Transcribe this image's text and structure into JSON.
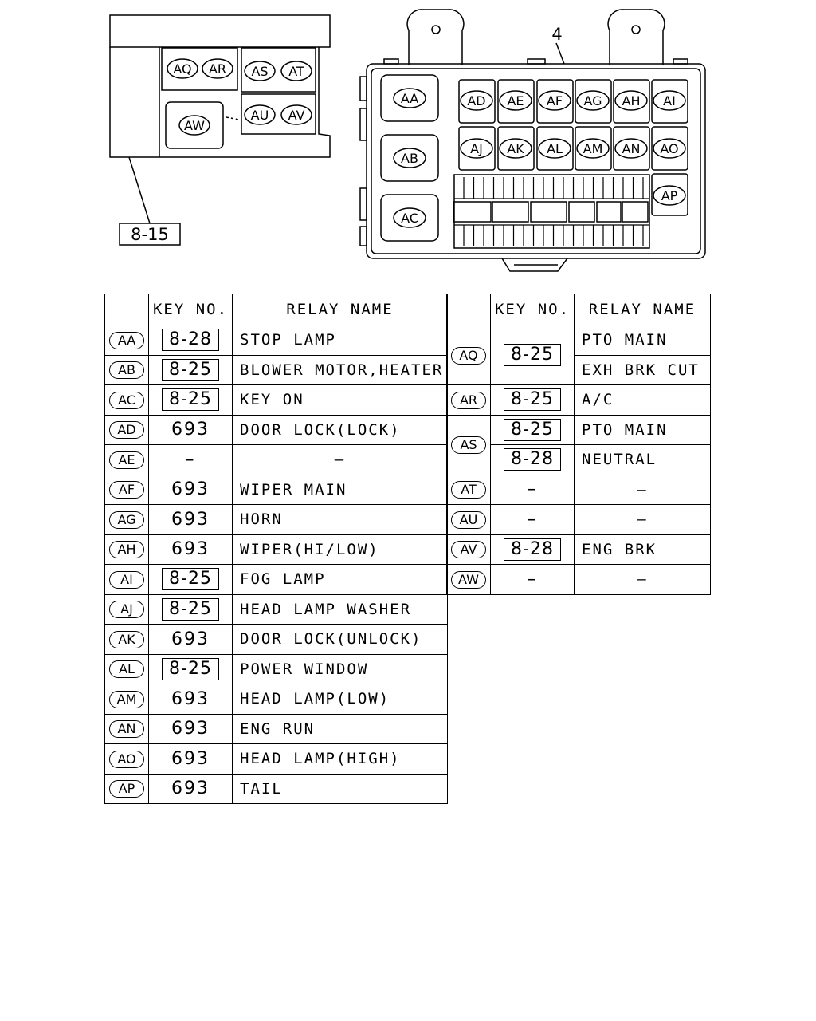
{
  "diagram": {
    "callout_8_15": "8-15",
    "callout_4": "4",
    "small_box_labels": [
      "AQ",
      "AR",
      "AS",
      "AT",
      "AU",
      "AV",
      "AW"
    ],
    "main_box_labels": [
      "AA",
      "AB",
      "AC",
      "AD",
      "AE",
      "AF",
      "AG",
      "AH",
      "AI",
      "AJ",
      "AK",
      "AL",
      "AM",
      "AN",
      "AO",
      "AP"
    ]
  },
  "table": {
    "headers": {
      "key_no": "KEY NO.",
      "relay_name": "RELAY NAME"
    },
    "left_rows": [
      {
        "code": "AA",
        "key": "8-28",
        "key_boxed": true,
        "name": "STOP LAMP"
      },
      {
        "code": "AB",
        "key": "8-25",
        "key_boxed": true,
        "name": "BLOWER MOTOR,HEATER"
      },
      {
        "code": "AC",
        "key": "8-25",
        "key_boxed": true,
        "name": "KEY ON"
      },
      {
        "code": "AD",
        "key": "693",
        "key_boxed": false,
        "name": "DOOR LOCK(LOCK)"
      },
      {
        "code": "AE",
        "key": "–",
        "key_boxed": false,
        "name": "–"
      },
      {
        "code": "AF",
        "key": "693",
        "key_boxed": false,
        "name": "WIPER MAIN"
      },
      {
        "code": "AG",
        "key": "693",
        "key_boxed": false,
        "name": "HORN"
      },
      {
        "code": "AH",
        "key": "693",
        "key_boxed": false,
        "name": "WIPER(HI/LOW)"
      },
      {
        "code": "AI",
        "key": "8-25",
        "key_boxed": true,
        "name": "FOG LAMP"
      },
      {
        "code": "AJ",
        "key": "8-25",
        "key_boxed": true,
        "name": "HEAD LAMP WASHER"
      },
      {
        "code": "AK",
        "key": "693",
        "key_boxed": false,
        "name": "DOOR LOCK(UNLOCK)"
      },
      {
        "code": "AL",
        "key": "8-25",
        "key_boxed": true,
        "name": "POWER WINDOW"
      },
      {
        "code": "AM",
        "key": "693",
        "key_boxed": false,
        "name": "HEAD LAMP(LOW)"
      },
      {
        "code": "AN",
        "key": "693",
        "key_boxed": false,
        "name": "ENG RUN"
      },
      {
        "code": "AO",
        "key": "693",
        "key_boxed": false,
        "name": "HEAD LAMP(HIGH)"
      },
      {
        "code": "AP",
        "key": "693",
        "key_boxed": false,
        "name": "TAIL"
      }
    ],
    "right_rows": {
      "aq": {
        "code": "AQ",
        "key": "8-25",
        "name1": "PTO MAIN",
        "name2": "EXH BRK CUT"
      },
      "ar": {
        "code": "AR",
        "key": "8-25",
        "name": "A/C"
      },
      "as": {
        "code": "AS",
        "key1": "8-25",
        "name1": "PTO MAIN",
        "key2": "8-28",
        "name2": "NEUTRAL"
      },
      "at": {
        "code": "AT",
        "key": "–",
        "name": "–"
      },
      "au": {
        "code": "AU",
        "key": "–",
        "name": "–"
      },
      "av": {
        "code": "AV",
        "key": "8-28",
        "name": "ENG BRK"
      },
      "aw": {
        "code": "AW",
        "key": "–",
        "name": "–"
      }
    }
  }
}
